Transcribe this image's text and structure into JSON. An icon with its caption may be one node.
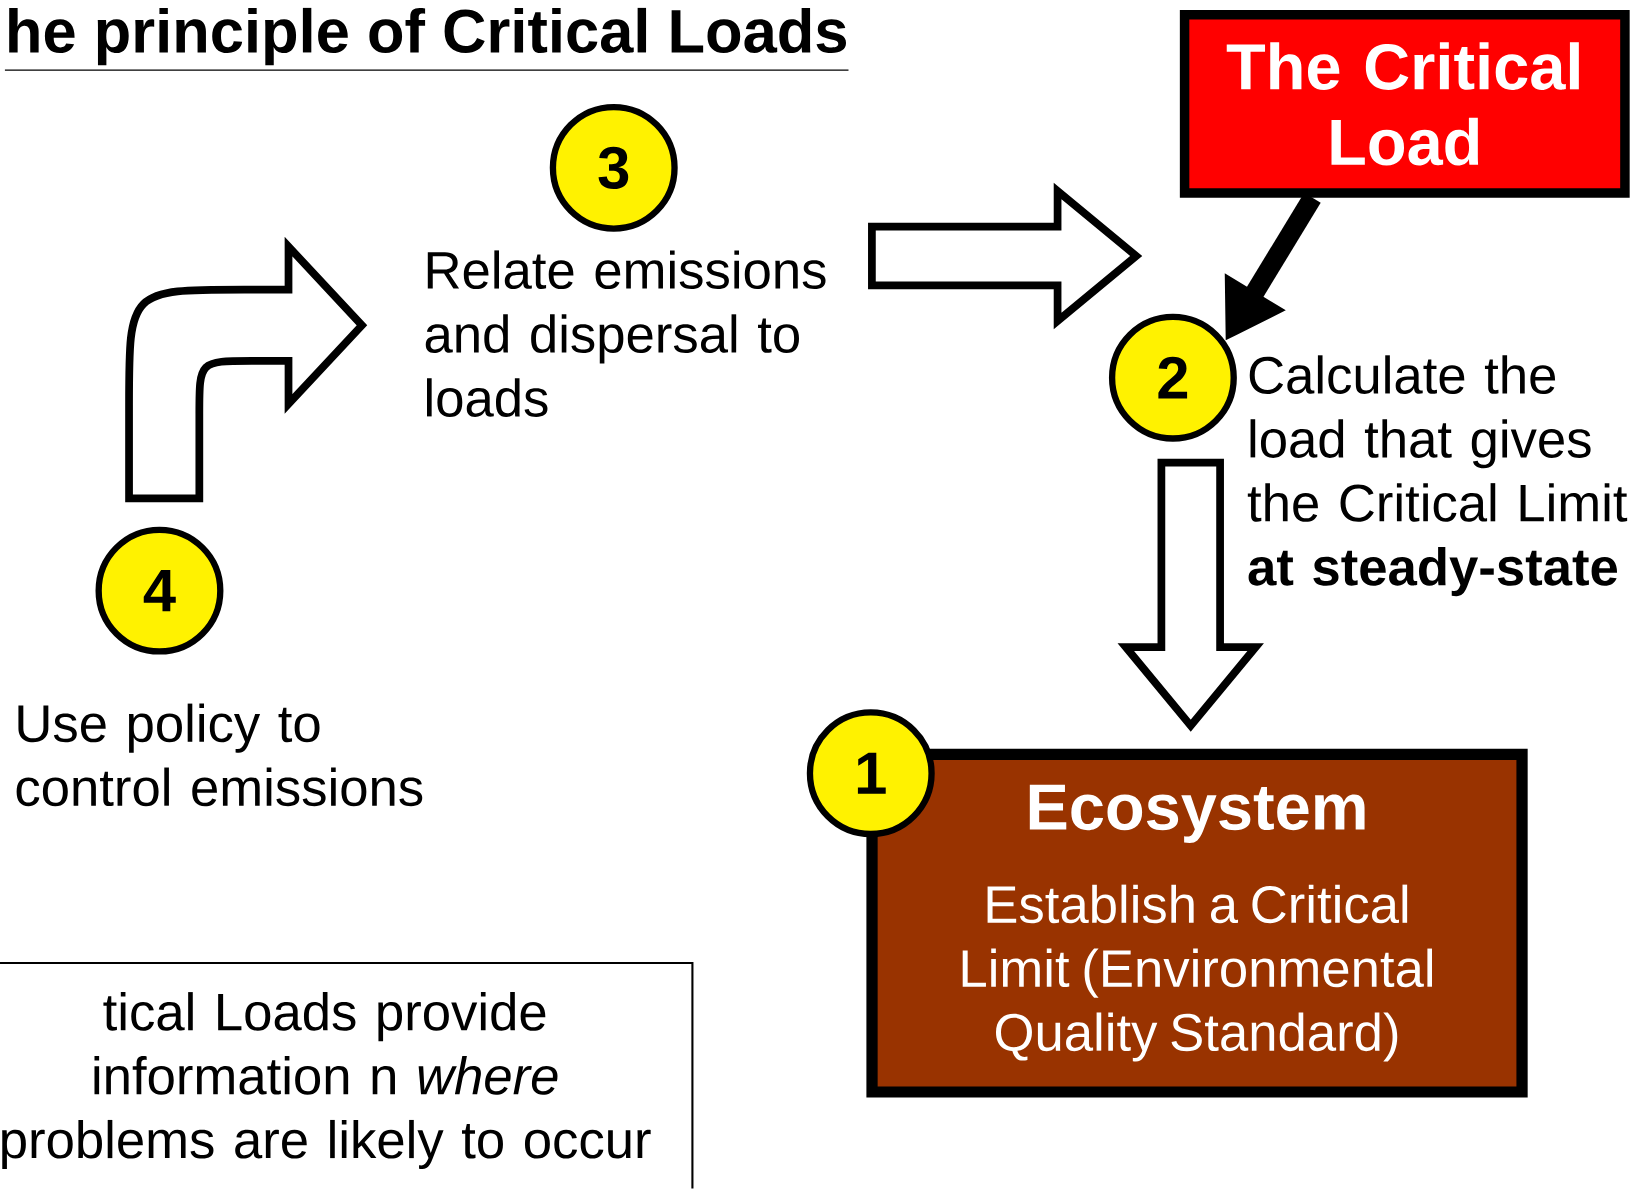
{
  "diagram": {
    "title": "he principle of Critical Loads",
    "nodes": [
      {
        "text": [
          "The Critical Load"
        ]
      },
      {
        "text": [
          "3"
        ],
        "beside": [
          "Relate emissions and dispersal to loads"
        ]
      },
      {
        "text": [
          "2"
        ],
        "beside": [
          "Calculate the load that gives the Critical Limit **at steady-state**"
        ]
      },
      {
        "text": [
          "4"
        ],
        "beside": [
          "Use policy to control emissions"
        ]
      },
      {
        "text": [
          "1"
        ]
      },
      {
        "text": [
          "Ecosystem",
          "Establish a Critical Limit (Environmental Quality Standard)"
        ]
      },
      {
        "text": [
          "tical Loads provide information n *where* problems are likely to occur"
        ]
      }
    ],
    "edges": [
      {
        "from": 3,
        "to": 1,
        "arrow": "to"
      },
      {
        "from": 1,
        "to": 2,
        "arrow": "to"
      },
      {
        "from": 0,
        "to": 2,
        "arrow": "to"
      },
      {
        "from": 2,
        "to": 5,
        "arrow": "to"
      }
    ]
  }
}
